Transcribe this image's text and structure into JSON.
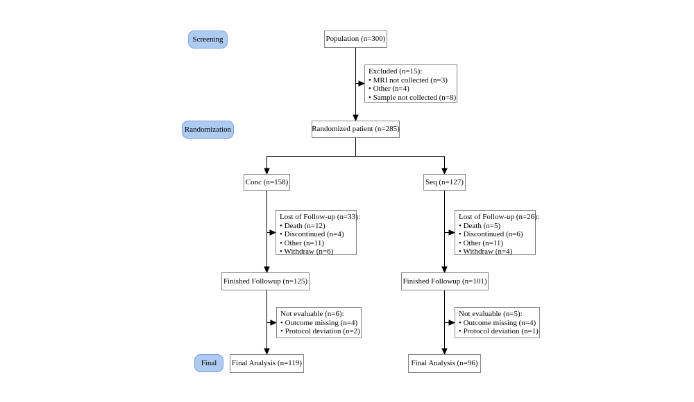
{
  "diagram": {
    "type": "consort-flowchart",
    "stages": {
      "screening": "Screening",
      "randomization": "Randomization",
      "final": "Final"
    },
    "nodes": {
      "population": {
        "label": "Population (n=300)"
      },
      "excluded": {
        "title": "Excluded (n=15):",
        "items": [
          "• MRI not collected (n=3)",
          "• Other (n=4)",
          "• Sample not collected (n=8)"
        ]
      },
      "randomized": {
        "label": "Randomized patient (n=285)"
      },
      "conc": {
        "label": "Conc (n=158)"
      },
      "seq": {
        "label": "Seq (n=127)"
      },
      "lost_conc": {
        "title": "Lost of Follow-up (n=33):",
        "items": [
          "• Death (n=12)",
          "• Discontinued (n=4)",
          "• Other (n=11)",
          "• Withdraw (n=6)"
        ]
      },
      "lost_seq": {
        "title": "Lost of Follow-up (n=26):",
        "items": [
          "• Death (n=5)",
          "• Discontinued (n=6)",
          "• Other (n=11)",
          "• Withdraw (n=4)"
        ]
      },
      "finished_conc": {
        "label": "Finished Followup (n=125)"
      },
      "finished_seq": {
        "label": "Finished Followup (n=101)"
      },
      "noteval_conc": {
        "title": "Not evaluable (n=6):",
        "items": [
          "• Outcome missing (n=4)",
          "• Protocol deviation (n=2)"
        ]
      },
      "noteval_seq": {
        "title": "Not evaluable (n=5):",
        "items": [
          "• Outcome missing (n=4)",
          "• Protocol deviation (n=1)"
        ]
      },
      "final_conc": {
        "label": "Final Analysis (n=119)"
      },
      "final_seq": {
        "label": "Final Analysis (n=96)"
      }
    },
    "colors": {
      "stage_fill": "#aecbf2",
      "stage_border": "#7d9ed6",
      "box_border": "#848484",
      "line": "#000000"
    }
  }
}
